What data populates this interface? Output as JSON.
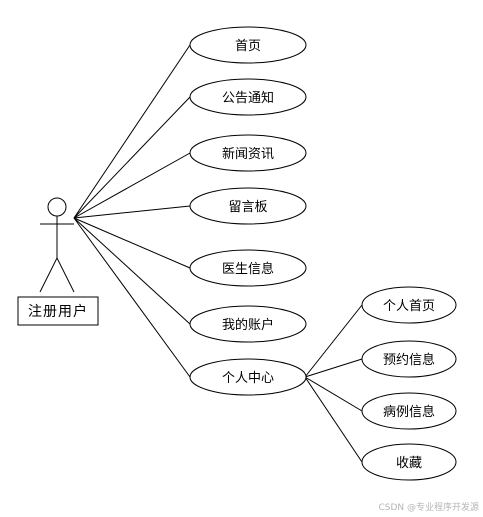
{
  "actor": {
    "label": "注册用户"
  },
  "use_cases": [
    {
      "id": "home",
      "label": "首页"
    },
    {
      "id": "notice",
      "label": "公告通知"
    },
    {
      "id": "news",
      "label": "新闻资讯"
    },
    {
      "id": "board",
      "label": "留言板"
    },
    {
      "id": "doctor",
      "label": "医生信息"
    },
    {
      "id": "account",
      "label": "我的账户"
    },
    {
      "id": "center",
      "label": "个人中心"
    }
  ],
  "sub_use_cases": [
    {
      "id": "personal-home",
      "label": "个人首页"
    },
    {
      "id": "booking",
      "label": "预约信息"
    },
    {
      "id": "case",
      "label": "病例信息"
    },
    {
      "id": "favorite",
      "label": "收藏"
    }
  ],
  "watermark": "CSDN @专业程序开发源"
}
